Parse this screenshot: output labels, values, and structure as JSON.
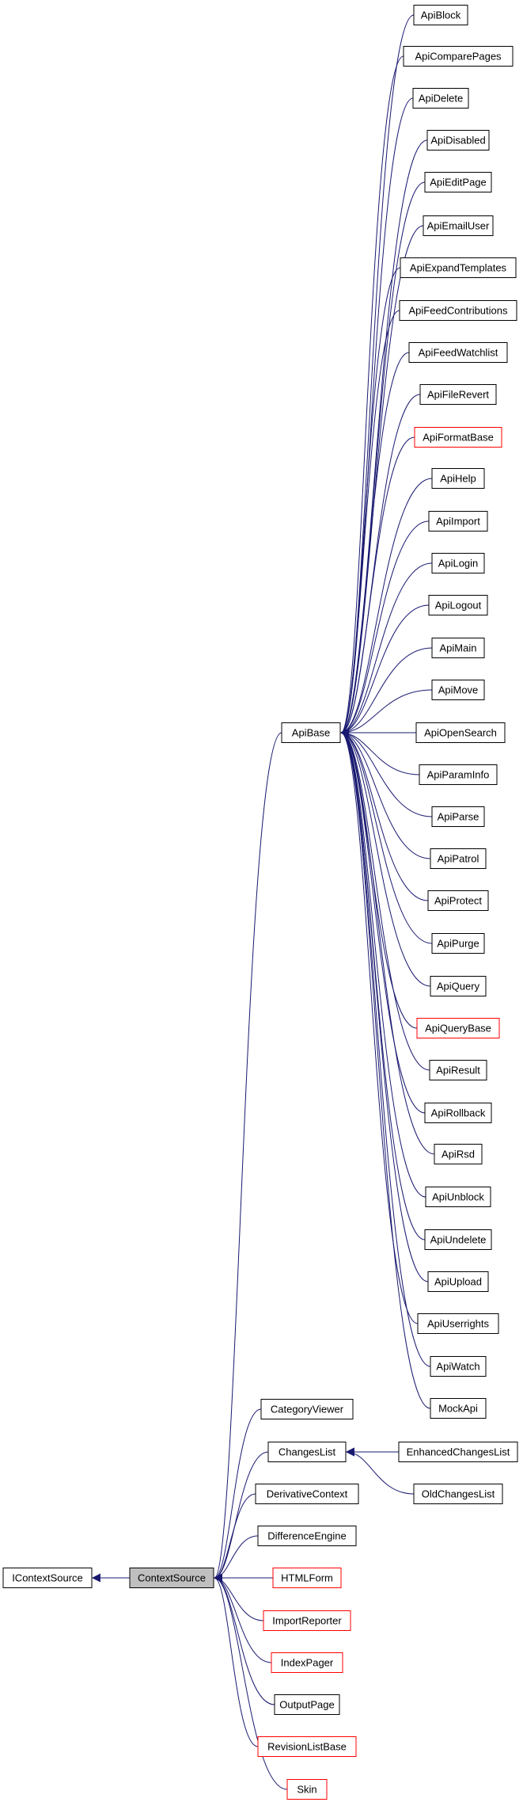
{
  "colors": {
    "edge": "#191970",
    "border_normal": "#000000",
    "border_truncated": "#ff0000",
    "fill_normal": "#ffffff",
    "fill_focus": "#bfbfbf"
  },
  "nodes": [
    {
      "id": "IContextSource",
      "label": "IContextSource",
      "style": "normal"
    },
    {
      "id": "ContextSource",
      "label": "ContextSource",
      "style": "focus"
    },
    {
      "id": "ApiBase",
      "label": "ApiBase",
      "style": "normal"
    },
    {
      "id": "ChangesList",
      "label": "ChangesList",
      "style": "normal"
    },
    {
      "id": "ApiBlock",
      "label": "ApiBlock",
      "style": "normal"
    },
    {
      "id": "ApiComparePages",
      "label": "ApiComparePages",
      "style": "normal"
    },
    {
      "id": "ApiDelete",
      "label": "ApiDelete",
      "style": "normal"
    },
    {
      "id": "ApiDisabled",
      "label": "ApiDisabled",
      "style": "normal"
    },
    {
      "id": "ApiEditPage",
      "label": "ApiEditPage",
      "style": "normal"
    },
    {
      "id": "ApiEmailUser",
      "label": "ApiEmailUser",
      "style": "normal"
    },
    {
      "id": "ApiExpandTemplates",
      "label": "ApiExpandTemplates",
      "style": "normal"
    },
    {
      "id": "ApiFeedContributions",
      "label": "ApiFeedContributions",
      "style": "normal"
    },
    {
      "id": "ApiFeedWatchlist",
      "label": "ApiFeedWatchlist",
      "style": "normal"
    },
    {
      "id": "ApiFileRevert",
      "label": "ApiFileRevert",
      "style": "normal"
    },
    {
      "id": "ApiFormatBase",
      "label": "ApiFormatBase",
      "style": "truncated"
    },
    {
      "id": "ApiHelp",
      "label": "ApiHelp",
      "style": "normal"
    },
    {
      "id": "ApiImport",
      "label": "ApiImport",
      "style": "normal"
    },
    {
      "id": "ApiLogin",
      "label": "ApiLogin",
      "style": "normal"
    },
    {
      "id": "ApiLogout",
      "label": "ApiLogout",
      "style": "normal"
    },
    {
      "id": "ApiMain",
      "label": "ApiMain",
      "style": "normal"
    },
    {
      "id": "ApiMove",
      "label": "ApiMove",
      "style": "normal"
    },
    {
      "id": "ApiOpenSearch",
      "label": "ApiOpenSearch",
      "style": "normal"
    },
    {
      "id": "ApiParamInfo",
      "label": "ApiParamInfo",
      "style": "normal"
    },
    {
      "id": "ApiParse",
      "label": "ApiParse",
      "style": "normal"
    },
    {
      "id": "ApiPatrol",
      "label": "ApiPatrol",
      "style": "normal"
    },
    {
      "id": "ApiProtect",
      "label": "ApiProtect",
      "style": "normal"
    },
    {
      "id": "ApiPurge",
      "label": "ApiPurge",
      "style": "normal"
    },
    {
      "id": "ApiQuery",
      "label": "ApiQuery",
      "style": "normal"
    },
    {
      "id": "ApiQueryBase",
      "label": "ApiQueryBase",
      "style": "truncated"
    },
    {
      "id": "ApiResult",
      "label": "ApiResult",
      "style": "normal"
    },
    {
      "id": "ApiRollback",
      "label": "ApiRollback",
      "style": "normal"
    },
    {
      "id": "ApiRsd",
      "label": "ApiRsd",
      "style": "normal"
    },
    {
      "id": "ApiUnblock",
      "label": "ApiUnblock",
      "style": "normal"
    },
    {
      "id": "ApiUndelete",
      "label": "ApiUndelete",
      "style": "normal"
    },
    {
      "id": "ApiUpload",
      "label": "ApiUpload",
      "style": "normal"
    },
    {
      "id": "ApiUserrights",
      "label": "ApiUserrights",
      "style": "normal"
    },
    {
      "id": "ApiWatch",
      "label": "ApiWatch",
      "style": "normal"
    },
    {
      "id": "MockApi",
      "label": "MockApi",
      "style": "normal"
    },
    {
      "id": "CategoryViewer",
      "label": "CategoryViewer",
      "style": "normal"
    },
    {
      "id": "DerivativeContext",
      "label": "DerivativeContext",
      "style": "normal"
    },
    {
      "id": "DifferenceEngine",
      "label": "DifferenceEngine",
      "style": "normal"
    },
    {
      "id": "HTMLForm",
      "label": "HTMLForm",
      "style": "truncated"
    },
    {
      "id": "ImportReporter",
      "label": "ImportReporter",
      "style": "truncated"
    },
    {
      "id": "IndexPager",
      "label": "IndexPager",
      "style": "truncated"
    },
    {
      "id": "OutputPage",
      "label": "OutputPage",
      "style": "normal"
    },
    {
      "id": "RevisionListBase",
      "label": "RevisionListBase",
      "style": "truncated"
    },
    {
      "id": "Skin",
      "label": "Skin",
      "style": "truncated"
    },
    {
      "id": "EnhancedChangesList",
      "label": "EnhancedChangesList",
      "style": "normal"
    },
    {
      "id": "OldChangesList",
      "label": "OldChangesList",
      "style": "normal"
    }
  ],
  "edges": [
    {
      "from": "ContextSource",
      "to": "IContextSource"
    },
    {
      "from": "ApiBase",
      "to": "ContextSource"
    },
    {
      "from": "CategoryViewer",
      "to": "ContextSource"
    },
    {
      "from": "ChangesList",
      "to": "ContextSource"
    },
    {
      "from": "DerivativeContext",
      "to": "ContextSource"
    },
    {
      "from": "DifferenceEngine",
      "to": "ContextSource"
    },
    {
      "from": "HTMLForm",
      "to": "ContextSource"
    },
    {
      "from": "ImportReporter",
      "to": "ContextSource"
    },
    {
      "from": "IndexPager",
      "to": "ContextSource"
    },
    {
      "from": "OutputPage",
      "to": "ContextSource"
    },
    {
      "from": "RevisionListBase",
      "to": "ContextSource"
    },
    {
      "from": "Skin",
      "to": "ContextSource"
    },
    {
      "from": "EnhancedChangesList",
      "to": "ChangesList"
    },
    {
      "from": "OldChangesList",
      "to": "ChangesList"
    },
    {
      "from": "ApiBlock",
      "to": "ApiBase"
    },
    {
      "from": "ApiComparePages",
      "to": "ApiBase"
    },
    {
      "from": "ApiDelete",
      "to": "ApiBase"
    },
    {
      "from": "ApiDisabled",
      "to": "ApiBase"
    },
    {
      "from": "ApiEditPage",
      "to": "ApiBase"
    },
    {
      "from": "ApiEmailUser",
      "to": "ApiBase"
    },
    {
      "from": "ApiExpandTemplates",
      "to": "ApiBase"
    },
    {
      "from": "ApiFeedContributions",
      "to": "ApiBase"
    },
    {
      "from": "ApiFeedWatchlist",
      "to": "ApiBase"
    },
    {
      "from": "ApiFileRevert",
      "to": "ApiBase"
    },
    {
      "from": "ApiFormatBase",
      "to": "ApiBase"
    },
    {
      "from": "ApiHelp",
      "to": "ApiBase"
    },
    {
      "from": "ApiImport",
      "to": "ApiBase"
    },
    {
      "from": "ApiLogin",
      "to": "ApiBase"
    },
    {
      "from": "ApiLogout",
      "to": "ApiBase"
    },
    {
      "from": "ApiMain",
      "to": "ApiBase"
    },
    {
      "from": "ApiMove",
      "to": "ApiBase"
    },
    {
      "from": "ApiOpenSearch",
      "to": "ApiBase"
    },
    {
      "from": "ApiParamInfo",
      "to": "ApiBase"
    },
    {
      "from": "ApiParse",
      "to": "ApiBase"
    },
    {
      "from": "ApiPatrol",
      "to": "ApiBase"
    },
    {
      "from": "ApiProtect",
      "to": "ApiBase"
    },
    {
      "from": "ApiPurge",
      "to": "ApiBase"
    },
    {
      "from": "ApiQuery",
      "to": "ApiBase"
    },
    {
      "from": "ApiQueryBase",
      "to": "ApiBase"
    },
    {
      "from": "ApiResult",
      "to": "ApiBase"
    },
    {
      "from": "ApiRollback",
      "to": "ApiBase"
    },
    {
      "from": "ApiRsd",
      "to": "ApiBase"
    },
    {
      "from": "ApiUnblock",
      "to": "ApiBase"
    },
    {
      "from": "ApiUndelete",
      "to": "ApiBase"
    },
    {
      "from": "ApiUpload",
      "to": "ApiBase"
    },
    {
      "from": "ApiUserrights",
      "to": "ApiBase"
    },
    {
      "from": "ApiWatch",
      "to": "ApiBase"
    },
    {
      "from": "MockApi",
      "to": "ApiBase"
    }
  ]
}
